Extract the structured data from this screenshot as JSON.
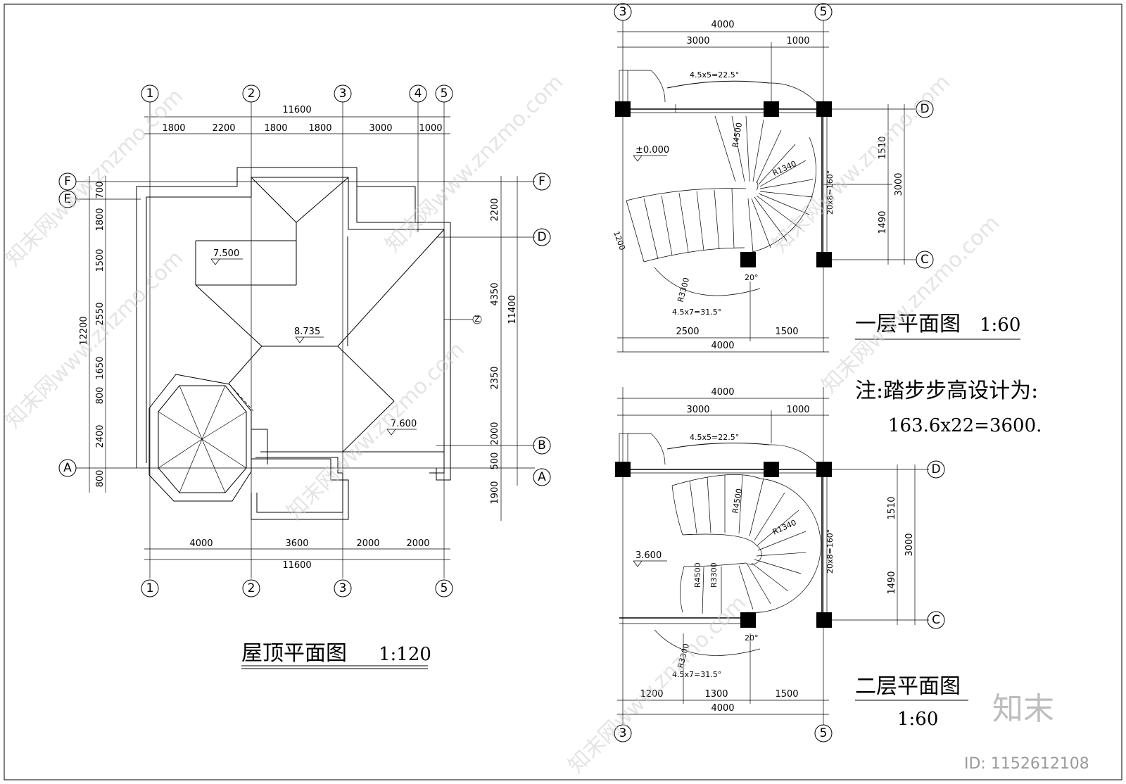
{
  "roof_plan": {
    "title": "屋顶平面图",
    "scale": "1:120",
    "grid_axes_top": [
      "1",
      "2",
      "3",
      "4",
      "5"
    ],
    "grid_axes_bottom": [
      "1",
      "2",
      "3",
      "5"
    ],
    "grid_axes_left": [
      "F",
      "E",
      "A"
    ],
    "grid_axes_right": [
      "F",
      "D",
      "B",
      "A"
    ],
    "dim_top_total": "11600",
    "dim_top": [
      "1800",
      "2200",
      "1800",
      "1800",
      "3000",
      "1000"
    ],
    "dim_bottom": [
      "4000",
      "3600",
      "2000",
      "2000"
    ],
    "dim_bottom_total": "11600",
    "dim_left": [
      "700",
      "1800",
      "1500",
      "2550",
      "1650",
      "800",
      "2400",
      "800"
    ],
    "dim_left_total": "12200",
    "dim_right": [
      "2200",
      "4350",
      "2350",
      "2000",
      "500",
      "1900"
    ],
    "dim_right_total": "11400",
    "elevations": [
      "7.500",
      "8.735",
      "7.600"
    ],
    "note_mark": "Z"
  },
  "first_floor": {
    "title": "一层平面图",
    "scale": "1:60",
    "axes_top": [
      "3",
      "5"
    ],
    "axes_right": [
      "D",
      "C"
    ],
    "dim_top_total": "4000",
    "dim_top": [
      "3000",
      "1000"
    ],
    "dim_bottom": [
      "2500",
      "1500"
    ],
    "dim_bottom_total": "4000",
    "dim_right": [
      "1510",
      "1490"
    ],
    "dim_right_total": "3000",
    "level": "±0.000",
    "labels": [
      "4.5x5=22.5°",
      "R4500",
      "R1340",
      "20x8=160°",
      "1200",
      "R3300",
      "20°",
      "4.5x7=31.5°"
    ]
  },
  "second_floor": {
    "title": "二层平面图",
    "scale": "1:60",
    "axes_bottom": [
      "3",
      "5"
    ],
    "axes_right": [
      "D",
      "C"
    ],
    "dim_top_total": "4000",
    "dim_top": [
      "3000",
      "1000"
    ],
    "dim_bottom": [
      "1200",
      "1300",
      "1500"
    ],
    "dim_bottom_total": "4000",
    "dim_right": [
      "1510",
      "1490"
    ],
    "dim_right_total": "3000",
    "level": "3.600",
    "labels": [
      "4.5x5=22.5°",
      "R4500",
      "R1340",
      "20x8=160°",
      "R4500",
      "R3300",
      "R3300",
      "20°",
      "4.5x7=31.5°"
    ]
  },
  "note": {
    "line1": "注:踏步步高设计为:",
    "line2": "163.6x22=3600."
  },
  "watermark": {
    "text": "知末网www.znzmo.com",
    "logo": "知末",
    "id": "ID: 1152612108"
  }
}
